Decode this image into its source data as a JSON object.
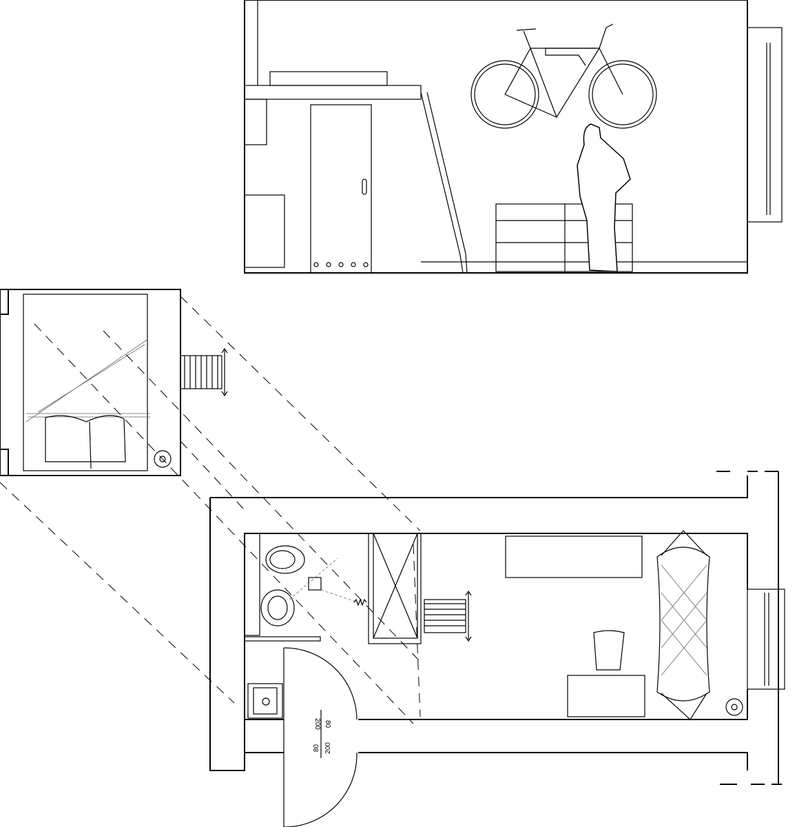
{
  "drawing": {
    "dimensions": {
      "top_left": "200",
      "top_right": "80",
      "bottom_left": "80",
      "bottom_right": "200"
    },
    "colors": {
      "line": "#000000",
      "background": "#ffffff"
    }
  }
}
